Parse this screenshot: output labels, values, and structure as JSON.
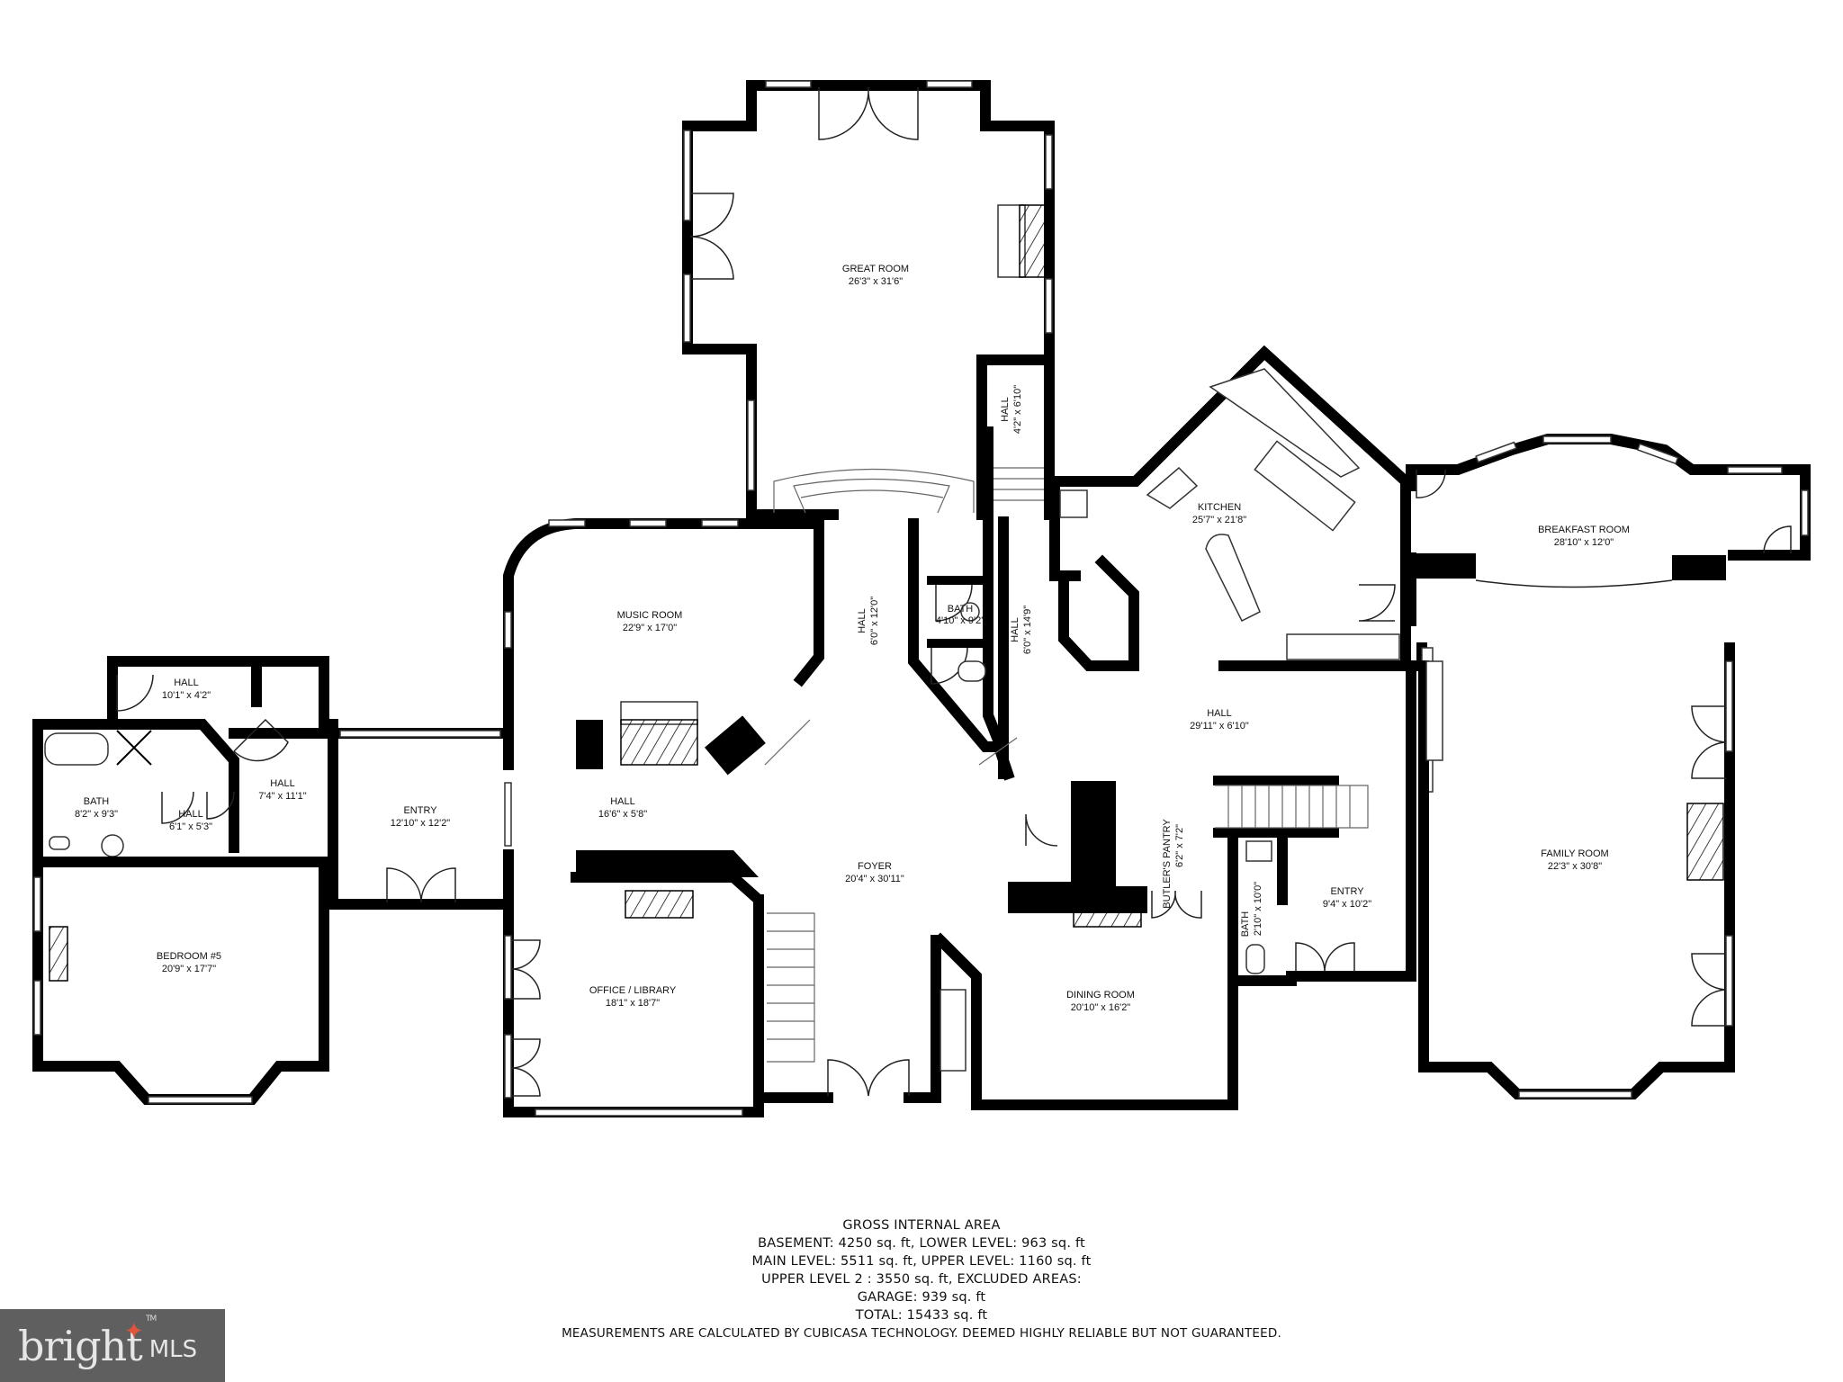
{
  "plan": {
    "rooms": {
      "great_room": {
        "name": "GREAT ROOM",
        "dims": "26'3\" x 31'6\""
      },
      "hall_upper_right": {
        "name": "HALL",
        "dims": "4'2\" x 6'10\""
      },
      "kitchen": {
        "name": "KITCHEN",
        "dims": "25'7\" x 21'8\""
      },
      "breakfast_room": {
        "name": "BREAKFAST ROOM",
        "dims": "28'10\" x 12'0\""
      },
      "music_room": {
        "name": "MUSIC ROOM",
        "dims": "22'9\" x 17'0\""
      },
      "hall_center": {
        "name": "HALL",
        "dims": "6'0\" x 12'0\""
      },
      "bath_center": {
        "name": "BATH",
        "dims": "4'10\" x 9'2\""
      },
      "hall_right_vertical": {
        "name": "HALL",
        "dims": "6'0\" x 14'9\""
      },
      "hall_main": {
        "name": "HALL",
        "dims": "29'11\" x 6'10\""
      },
      "hall_west_top": {
        "name": "HALL",
        "dims": "10'1\" x 4'2\""
      },
      "hall_west_mid": {
        "name": "HALL",
        "dims": "7'4\" x 11'1\""
      },
      "hall_west_small": {
        "name": "HALL",
        "dims": "6'1\" x 5'3\""
      },
      "bath_west": {
        "name": "BATH",
        "dims": "8'2\" x 9'3\""
      },
      "entry_west": {
        "name": "ENTRY",
        "dims": "12'10\" x 12'2\""
      },
      "hall_foyer_west": {
        "name": "HALL",
        "dims": "16'6\" x 5'8\""
      },
      "foyer": {
        "name": "FOYER",
        "dims": "20'4\" x 30'11\""
      },
      "bedroom_5": {
        "name": "BEDROOM #5",
        "dims": "20'9\" x 17'7\""
      },
      "office_library": {
        "name": "OFFICE / LIBRARY",
        "dims": "18'1\" x 18'7\""
      },
      "butlers_pantry": {
        "name": "BUTLER'S PANTRY",
        "dims": "6'2\" x 7'2\""
      },
      "bath_east": {
        "name": "BATH",
        "dims": "2'10\" x 10'0\""
      },
      "entry_east": {
        "name": "ENTRY",
        "dims": "9'4\" x 10'2\""
      },
      "dining_room": {
        "name": "DINING ROOM",
        "dims": "20'10\" x 16'2\""
      },
      "family_room": {
        "name": "FAMILY ROOM",
        "dims": "22'3\" x 30'8\""
      }
    }
  },
  "area_summary": {
    "title": "GROSS INTERNAL AREA",
    "line1": "BASEMENT: 4250 sq. ft, LOWER LEVEL: 963 sq. ft",
    "line2": "MAIN LEVEL: 5511 sq. ft, UPPER LEVEL: 1160 sq. ft",
    "line3": "UPPER LEVEL 2 : 3550 sq. ft, EXCLUDED AREAS:",
    "line4": "GARAGE: 939 sq. ft",
    "line5": "TOTAL: 15433 sq. ft",
    "disclaimer": "MEASUREMENTS ARE CALCULATED BY CUBICASA TECHNOLOGY. DEEMED HIGHLY RELIABLE BUT NOT GUARANTEED."
  },
  "logo": {
    "brand": "bright",
    "suffix": "MLS",
    "tm": "TM",
    "accent_color": "#e2553a",
    "bg_color": "#5f5f5f"
  }
}
